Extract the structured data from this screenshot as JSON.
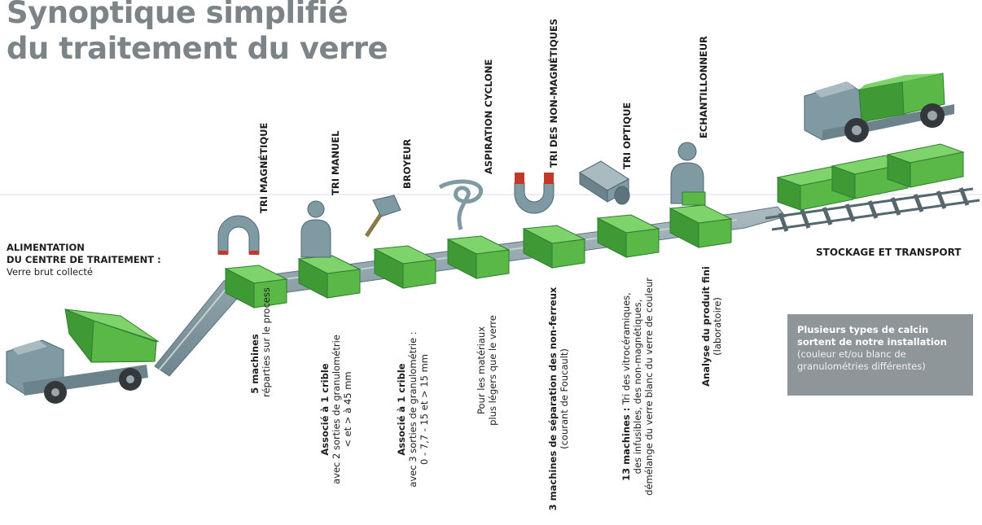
{
  "title": {
    "line1": "Synoptique simplifié",
    "line2": "du traitement du verre"
  },
  "intake": {
    "line1": "ALIMENTATION",
    "line2": "DU CENTRE DE TRAITEMENT :",
    "line3": "Verre brut collecté"
  },
  "storage": "STOCKAGE ET TRANSPORT",
  "steps": [
    {
      "name": "TRI MAGNÉTIQUE",
      "note_bold": "5 machines",
      "note": [
        "réparties sur le process"
      ]
    },
    {
      "name": "TRI MANUEL",
      "note_bold": "Associé à 1 crible",
      "note": [
        "avec 2 sorties de granulométrie",
        "< et > à 45 mm"
      ]
    },
    {
      "name": "BROYEUR",
      "note_bold": "Associé à 1 crible",
      "note": [
        "avec 3 sorties de granulométrie :",
        "0 - 7,7 - 15 et > 15 mm"
      ]
    },
    {
      "name": "ASPIRATION CYCLONE",
      "note_bold": "",
      "note": [
        "Pour les matériaux",
        "plus légers que le verre"
      ]
    },
    {
      "name": "TRI DES NON-MAGNÉTIQUES",
      "note_bold": "3 machines de séparation des non-ferreux",
      "note": [
        "(courant de Foucault)"
      ]
    },
    {
      "name": "TRI OPTIQUE",
      "note_bold": "13 machines :",
      "note_inline": " Tri des vitrocéramiques,",
      "note": [
        "des infusibles, des non-magnétiques,",
        "démélange du verre blanc du verre de couleur"
      ]
    },
    {
      "name": "ECHANTILLONNEUR",
      "note_bold": "Analyse du produit fini",
      "note": [
        "(laboratoire)"
      ]
    }
  ],
  "info_box": {
    "line1": "Plusieurs types de calcin",
    "line2": "sortent de notre installation",
    "line3": "(couleur et/ou blanc de",
    "line4": "granulométries différentes)"
  },
  "colors": {
    "title": "#7d8488",
    "box_green": "#5ab846",
    "conveyor": "#8fa3ab",
    "machine": "#7f9aa3",
    "magnet_tip": "#c0392b",
    "info_bg": "#8f969a"
  },
  "icons": [
    "magnet-icon",
    "worker-icon",
    "hammer-icon",
    "cyclone-icon",
    "magnet-icon",
    "camera-icon",
    "worker-icon",
    "truck-icon",
    "train-icon"
  ]
}
